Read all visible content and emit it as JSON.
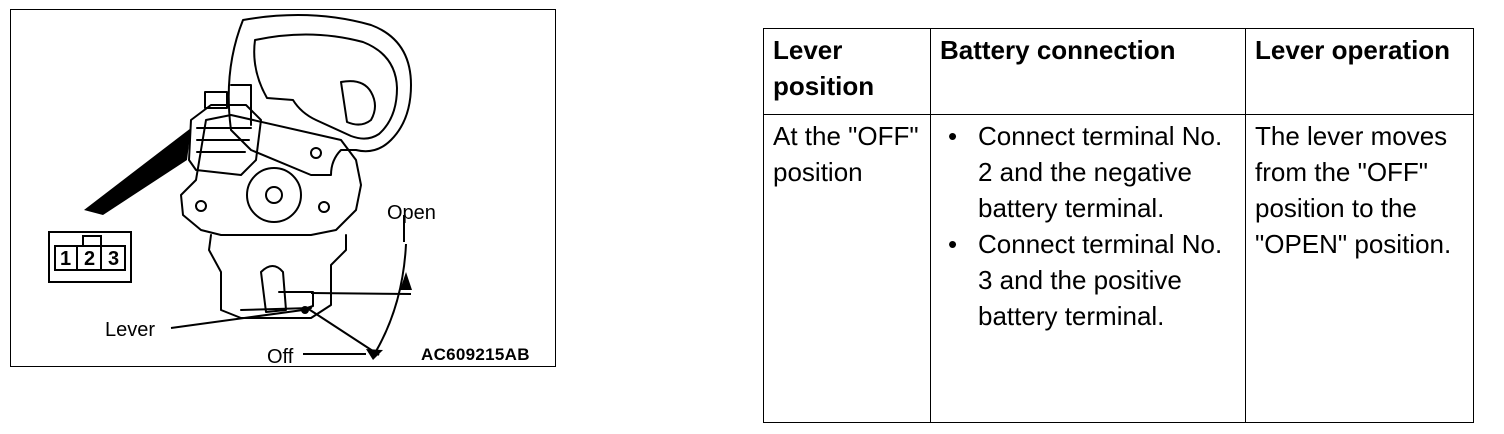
{
  "figure": {
    "labels": {
      "open": "Open",
      "lever": "Lever",
      "off": "Off",
      "code": "AC609215AB"
    },
    "connector_pins": [
      "1",
      "2",
      "3"
    ]
  },
  "table": {
    "headers": [
      "Lever position",
      "Battery connection",
      "Lever operation"
    ],
    "row": {
      "lever_position": "At the \"OFF\" position",
      "battery_connection": [
        "Connect terminal No. 2 and the negative battery terminal.",
        "Connect terminal No. 3 and the positive battery terminal."
      ],
      "lever_operation": "The lever moves from the \"OFF\" position to the \"OPEN\" position."
    }
  }
}
